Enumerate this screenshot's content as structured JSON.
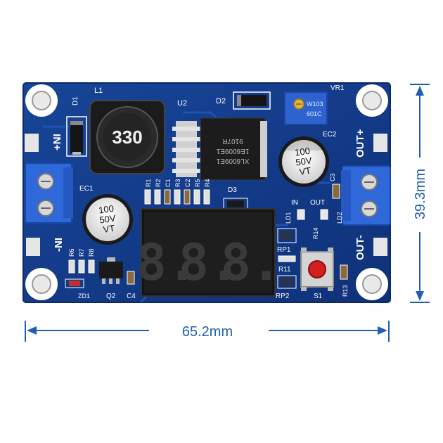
{
  "board": {
    "inductor_label": "L1",
    "inductor_value": "330",
    "diode1_label": "D1",
    "diode2_label": "D2",
    "diode3_label": "D3",
    "ic_label": "U2",
    "ic_marking_1": "XL6009E1",
    "ic_marking_2": "1E6009E1",
    "ic_marking_3": "9107R",
    "vr_label": "VR1",
    "pot_marking_1": "W103",
    "pot_marking_2": "601C",
    "ec1_label": "EC1",
    "ec2_label": "EC2",
    "cap_voltage": "100",
    "cap_rating": "50V",
    "cap_series": "VT",
    "in_plus": "+NI",
    "in_minus": "-NI",
    "out_plus": "OUT+",
    "out_minus": "OUT-",
    "r_labels": [
      "R1",
      "R2",
      "C1",
      "R3",
      "C2",
      "R5",
      "R4"
    ],
    "c3_label": "C3",
    "ld1_label": "LD1",
    "ld2_label": "LD2",
    "in_led": "IN",
    "out_led": "OUT",
    "r14_label": "R14",
    "rp1_label": "RP1",
    "rp2_label": "RP2",
    "r11_label": "R11",
    "r13_label": "R13",
    "s1_label": "S1",
    "r6_label": "R6",
    "r7_label": "R7",
    "r8_label": "R8",
    "zd1_label": "ZD1",
    "q2_label": "Q2",
    "c4_label": "C4",
    "display_digits": [
      "8.",
      "8.",
      "8."
    ]
  },
  "dimensions": {
    "width_label": "65.2mm",
    "height_label": "39.3mm"
  },
  "colors": {
    "pcb": "#123a8a",
    "pcb_edge": "#0c2a66",
    "terminal": "#2f68d9",
    "dimension": "#1f5fb0"
  }
}
